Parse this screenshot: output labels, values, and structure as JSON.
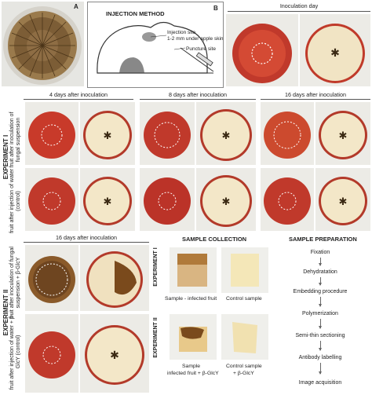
{
  "panels": {
    "a_label": "A",
    "b_label": "B",
    "injection_title": "INJECTION METHOD",
    "injection_site": "Injection site",
    "injection_depth": "1-2 mm under apple skin",
    "puncture_site": "Puncture site"
  },
  "timepoints": {
    "day0": "Inoculation day",
    "day4": "4 days after inoculation",
    "day8": "8 days after inoculation",
    "day16": "16 days after inoculation",
    "day16b": "16 days after inoculation"
  },
  "experiments": {
    "exp1": "EXPERIMENT I",
    "exp1_row1": "fruit after inoculation of fungal suspension",
    "exp1_row2": "fruit after injection of water (control)",
    "exp2": "EXPERIMENT II",
    "exp2_row1": "fruit after inoculation of fungal suspension + β-GlcY",
    "exp2_row2": "fruit after injection of water + β-GlcY (control)"
  },
  "sample_collection": {
    "title": "SAMPLE COLLECTION",
    "exp1": "EXPERIMENT I",
    "exp2": "EXPERIMENT II",
    "infected": "Sample - infected fruit",
    "control": "Control sample",
    "infected_glcy_1": "Sample",
    "infected_glcy_2": "infected fruit + β-GlcY",
    "control_glcy_1": "Control sample",
    "control_glcy_2": "+ β-GlcY"
  },
  "sample_preparation": {
    "title": "SAMPLE PREPARATION",
    "steps": [
      "Fixation",
      "Dehydratation",
      "Embedding procedure",
      "Polymerization",
      "Semi-thin sectioning",
      "Antibody labelling",
      "Image acquisition"
    ]
  }
}
